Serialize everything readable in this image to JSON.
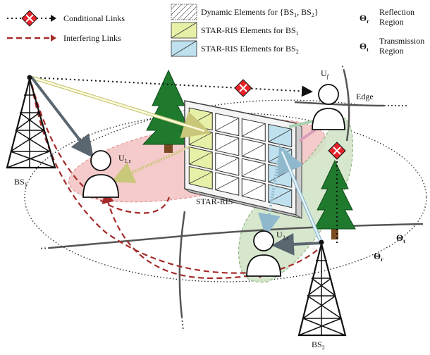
{
  "legend": {
    "conditional_links": "Conditional Links",
    "interfering_links": "Interfering Links",
    "dynamic_elements": "Dynamic Elements for {BS",
    "dynamic_elements_sub1": "1",
    "dynamic_elements_mid": ", BS",
    "dynamic_elements_sub2": "2",
    "dynamic_elements_end": "}",
    "star_bs1": "STAR-RIS Elements for BS",
    "star_bs1_sub": "1",
    "star_bs2": "STAR-RIS Elements for BS",
    "star_bs2_sub": "2",
    "theta_r_symbol": "Θ",
    "theta_r_sub": "r",
    "reflection_region_line1": "Reflection",
    "reflection_region_line2": "Region",
    "theta_t_symbol": "Θ",
    "theta_t_sub": "t",
    "transmission_region_line1": "Transmission",
    "transmission_region_line2": "Region"
  },
  "labels": {
    "bs1": "BS",
    "bs1_sub": "1",
    "bs2": "BS",
    "bs2_sub": "2",
    "u1c": "U",
    "u1c_sub": "1,c",
    "u2c": "U",
    "u2c_sub": "2,c",
    "uf": "U",
    "uf_sub": "f",
    "star_ris": "STAR-RIS",
    "edge": "Edge",
    "theta_t": "Θ",
    "theta_t_sub": "t",
    "theta_r": "Θ",
    "theta_r_sub": "r"
  },
  "colors": {
    "bs1_element": "#e8f0a8",
    "bs2_element": "#bfe0ee",
    "reflection_zone": "#f2b8b8",
    "transmission_zone": "#cfe3c5",
    "interfering_link": "#a52a2a",
    "blocked_marker": "#e8232a",
    "tree": "#1f7a2e"
  }
}
